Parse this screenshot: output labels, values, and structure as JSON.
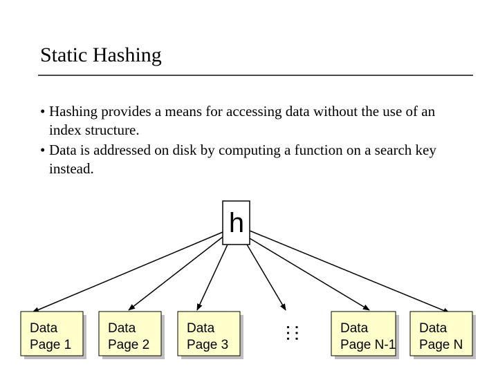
{
  "slide": {
    "title": "Static Hashing",
    "bullets": [
      {
        "marker": "•",
        "text": "Hashing provides a means for accessing data without the use of an index structure."
      },
      {
        "marker": "•",
        "text": "Data is addressed on disk by computing a function on a search key instead."
      }
    ]
  },
  "diagram": {
    "hash_label": "h",
    "ellipsis_label": ":::",
    "pages": [
      {
        "line1": "Data",
        "line2": "Page 1"
      },
      {
        "line1": "Data",
        "line2": "Page 2"
      },
      {
        "line1": "Data",
        "line2": "Page 3"
      },
      {
        "line1": "Data",
        "line2": "Page N-1"
      },
      {
        "line1": "Data",
        "line2": "Page N"
      }
    ],
    "colors": {
      "page_fill": "#FFFFCC",
      "shadow": "#BFBFBF",
      "stroke": "#000000"
    }
  }
}
